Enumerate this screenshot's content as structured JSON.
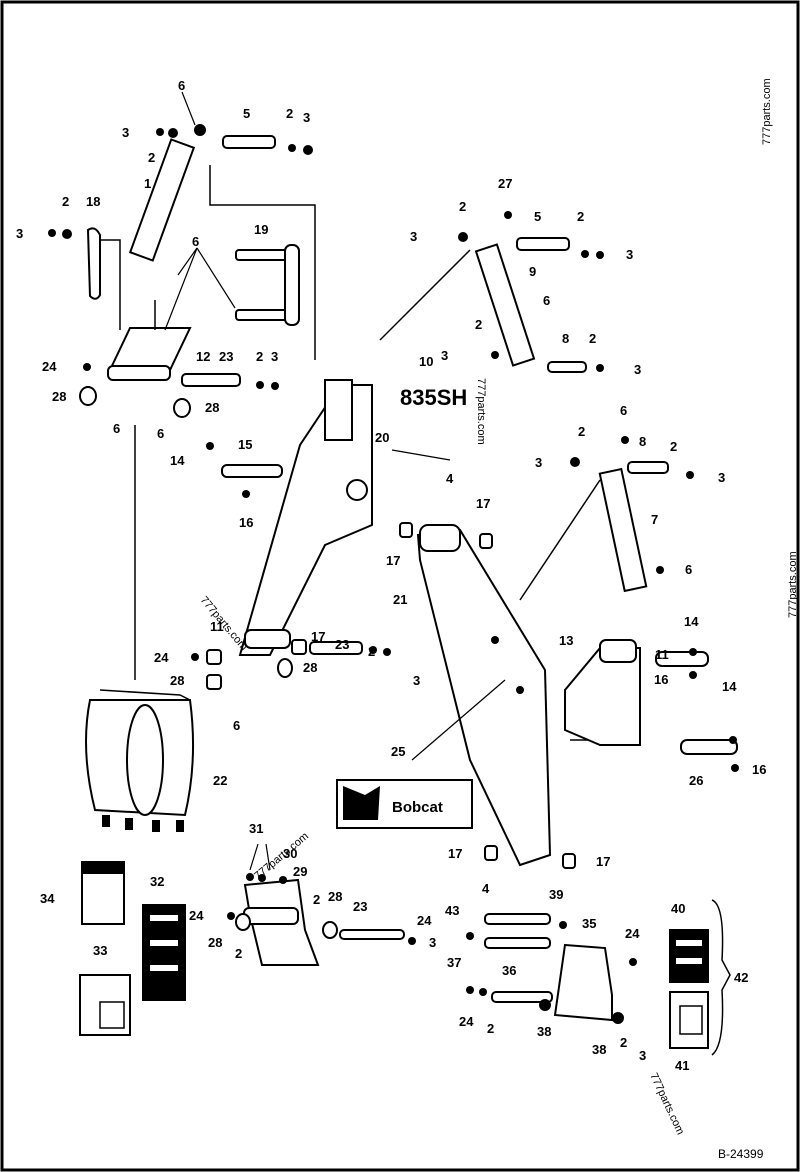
{
  "diagram": {
    "reference_code": "B-24399",
    "model_decal": "835SH",
    "logo_text": "Bobcat",
    "watermark": "777parts.com",
    "callouts": [
      "1",
      "2",
      "3",
      "4",
      "5",
      "6",
      "7",
      "8",
      "9",
      "10",
      "11",
      "12",
      "13",
      "14",
      "15",
      "16",
      "17",
      "18",
      "19",
      "20",
      "21",
      "22",
      "23",
      "24",
      "25",
      "26",
      "27",
      "28",
      "29",
      "30",
      "31",
      "32",
      "33",
      "34",
      "35",
      "36",
      "37",
      "38",
      "39",
      "40",
      "41",
      "42",
      "43"
    ]
  },
  "colors": {
    "ink": "#000000",
    "paper": "#ffffff"
  }
}
